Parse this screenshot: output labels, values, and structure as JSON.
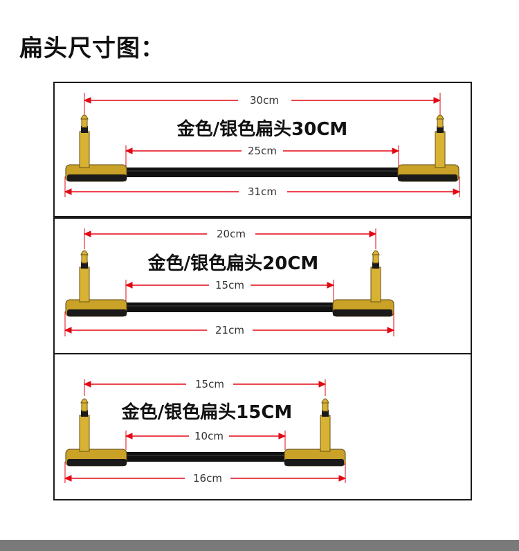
{
  "title": "扁头尺寸图：",
  "accent_color": "#e30613",
  "plug_color": "#c9a227",
  "cable_color": "#111111",
  "panels": [
    {
      "label": "金色/银色扁头30CM",
      "dims": {
        "top": "30cm",
        "inner": "25cm",
        "total": "31cm"
      }
    },
    {
      "label": "金色/银色扁头20CM",
      "dims": {
        "top": "20cm",
        "inner": "15cm",
        "total": "21cm"
      }
    },
    {
      "label": "金色/银色扁头15CM",
      "dims": {
        "top": "15cm",
        "inner": "10cm",
        "total": "16cm"
      }
    }
  ]
}
